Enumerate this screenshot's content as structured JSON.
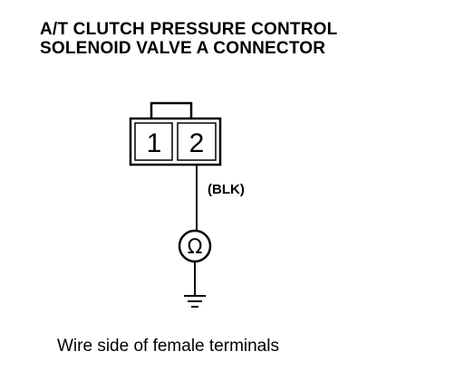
{
  "title": {
    "line1": "A/T CLUTCH PRESSURE CONTROL",
    "line2": "SOLENOID VALVE A CONNECTOR"
  },
  "connector": {
    "pin1": "1",
    "pin2": "2"
  },
  "wire": {
    "color_label": "(BLK)"
  },
  "meter": {
    "symbol": "Ω",
    "icon": "ohmmeter-icon"
  },
  "ground": {
    "icon": "ground-icon"
  },
  "caption": "Wire side of female terminals"
}
